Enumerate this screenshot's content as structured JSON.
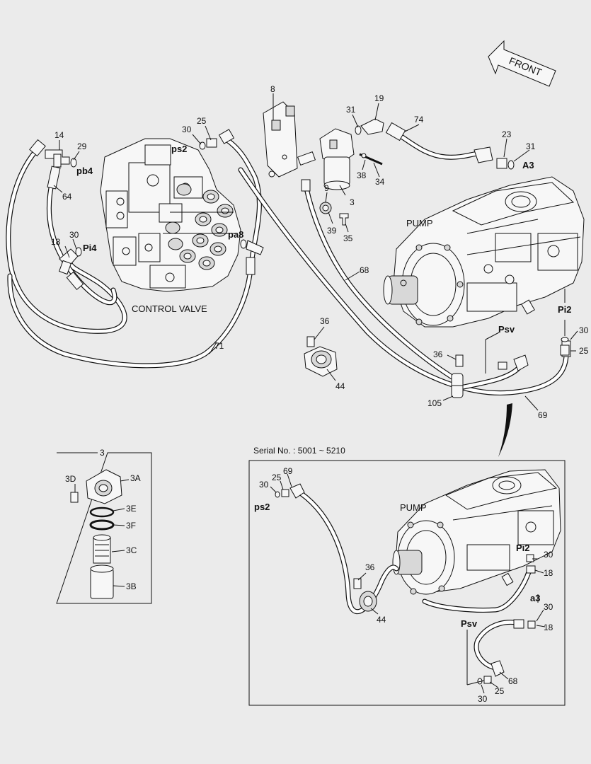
{
  "labels": {
    "front": "FRONT",
    "control_valve": "CONTROL VALVE",
    "pump": "PUMP",
    "pump_inset": "PUMP",
    "serial": "Serial No. : 5001 ~ 5210"
  },
  "ports": {
    "ps2": "ps2",
    "pb4": "pb4",
    "pi4": "Pi4",
    "pa8": "pa8",
    "a3": "A3",
    "pi2": "Pi2",
    "psv": "Psv",
    "ps2_inset": "ps2",
    "pi2_inset": "Pi2",
    "a3_inset": "a3",
    "psv_inset": "Psv"
  },
  "callouts": {
    "n14": "14",
    "n29": "29",
    "n64": "64",
    "n18": "18",
    "n30a": "30",
    "n30b": "30",
    "n25": "25",
    "n71": "71",
    "n8": "8",
    "n31a": "31",
    "n19": "19",
    "n74": "74",
    "n9": "9",
    "n39": "39",
    "n35": "35",
    "n3": "3",
    "n38": "38",
    "n34": "34",
    "n23": "23",
    "n31b": "31",
    "n68": "68",
    "n36a": "36",
    "n44": "44",
    "n36b": "36",
    "n105": "105",
    "n30c": "30",
    "n25b": "25",
    "n69": "69",
    "s3": "3",
    "s3D": "3D",
    "s3A": "3A",
    "s3E": "3E",
    "s3F": "3F",
    "s3C": "3C",
    "s3B": "3B",
    "i30": "30",
    "i25": "25",
    "i69": "69",
    "i36": "36",
    "i44": "44",
    "i30b": "30",
    "i18": "18",
    "i30c": "30",
    "i18b": "18",
    "i68": "68",
    "i30d": "30",
    "i25b": "25"
  }
}
